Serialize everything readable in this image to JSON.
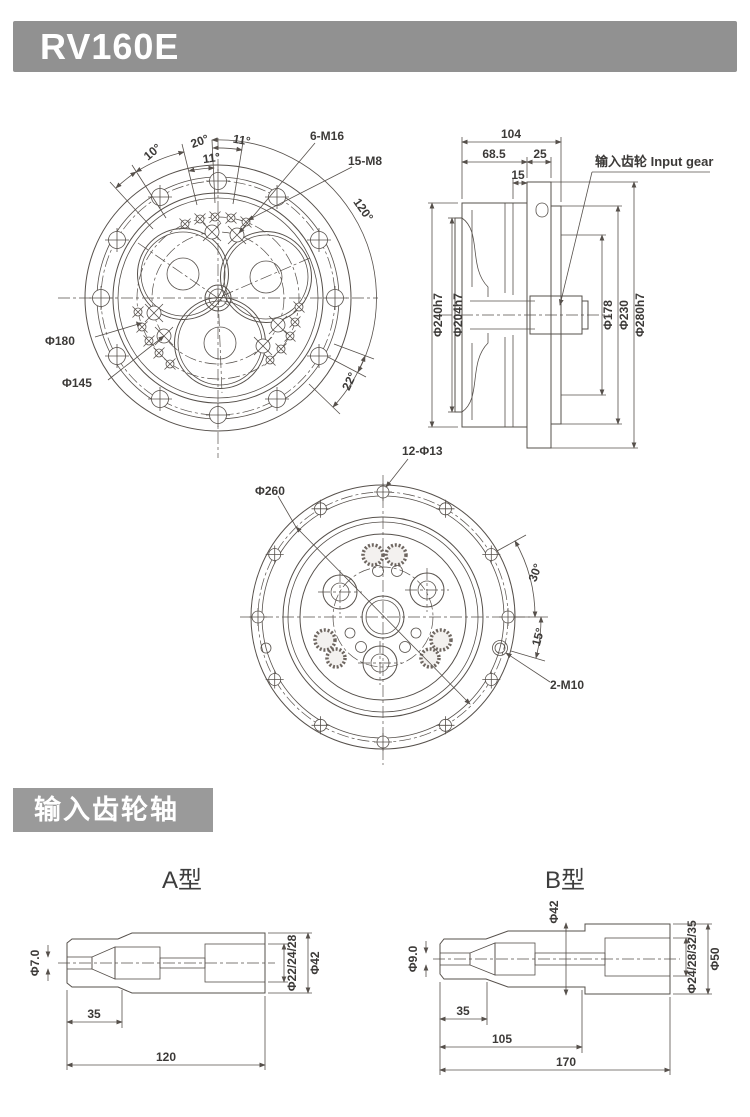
{
  "header": {
    "title": "RV160E"
  },
  "colors": {
    "header_bg": "#919191",
    "section_bg": "#9a9a9a",
    "line": "#56504b",
    "hatch_fill": "#eceae7"
  },
  "front_view": {
    "labels": {
      "a10": "10°",
      "a20": "20°",
      "a11_inner": "11°",
      "a11_outer": "11°",
      "m16": "6-M16",
      "m8": "15-M8",
      "a120": "120°",
      "a22": "22°",
      "d180": "Φ180",
      "d145": "Φ145"
    }
  },
  "side_view": {
    "labels": {
      "w104": "104",
      "w68": "68.5",
      "w25": "25",
      "w15": "15",
      "input_gear": "输入齿轮 Input gear",
      "d240": "Φ240h7",
      "d204": "Φ204h7",
      "d178": "Φ178",
      "d230": "Φ230",
      "d280": "Φ280h7"
    }
  },
  "bottom_view": {
    "labels": {
      "holes": "12-Φ13",
      "d260": "Φ260",
      "a30": "30°",
      "a15": "15°",
      "m10": "2-M10"
    }
  },
  "input_shaft_section": {
    "title": "输入齿轮轴",
    "type_a": {
      "title": "A型",
      "labels": {
        "d7": "Φ7.0",
        "l35": "35",
        "l120": "120",
        "bore": "Φ22/24/28",
        "d42": "Φ42"
      }
    },
    "type_b": {
      "title": "B型",
      "labels": {
        "d9": "Φ9.0",
        "d42": "Φ42",
        "l35": "35",
        "l105": "105",
        "l170": "170",
        "bore": "Φ24/28/32/35",
        "d50": "Φ50"
      }
    }
  }
}
